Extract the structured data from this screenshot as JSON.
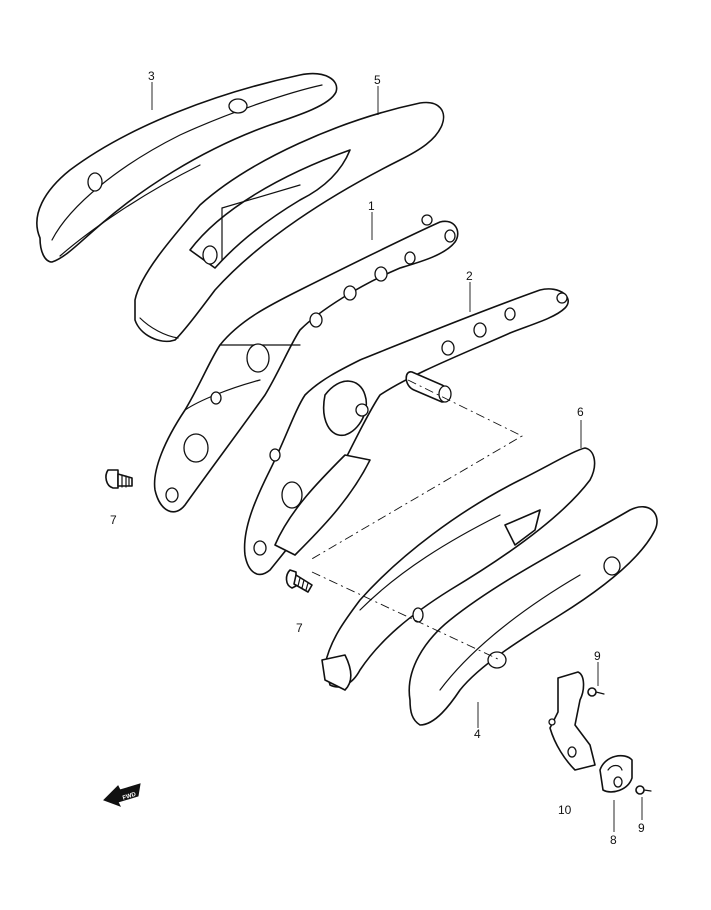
{
  "callouts": {
    "p1": "1",
    "p2": "2",
    "p3": "3",
    "p4": "4",
    "p5": "5",
    "p6": "6",
    "p7a": "7",
    "p7b": "7",
    "p8": "8",
    "p9a": "9",
    "p9b": "9",
    "p10": "10"
  },
  "fwd_arrow": {
    "label": "FWD"
  }
}
